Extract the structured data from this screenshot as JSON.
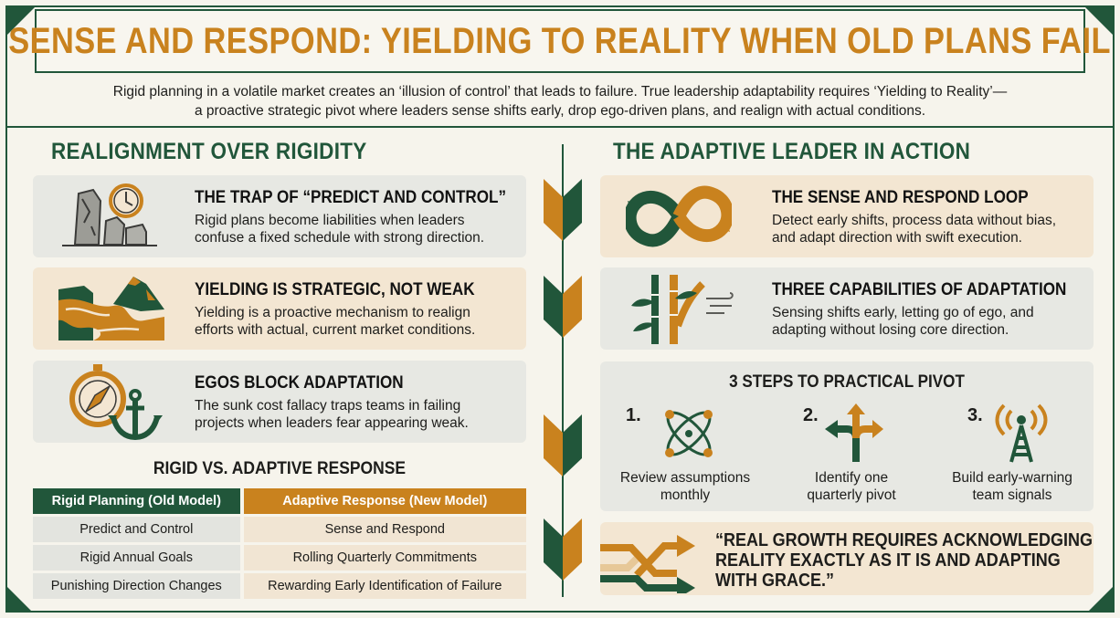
{
  "title": "SENSE AND RESPOND: YIELDING TO REALITY WHEN OLD PLANS FAIL",
  "intro": {
    "line1": "Rigid planning in a volatile market creates an ‘illusion of control’ that leads to failure. True leadership adaptability requires ‘Yielding to Reality’—",
    "line2": "a proactive strategic pivot where leaders sense shifts early, drop ego-driven plans, and realign with actual conditions."
  },
  "left": {
    "heading": "REALIGNMENT OVER RIGIDITY",
    "cards": [
      {
        "title": "THE TRAP OF “PREDICT AND CONTROL”",
        "line1": "Rigid plans become liabilities when leaders",
        "line2": "confuse a fixed schedule with strong direction.",
        "icon": "crumbling-pillar-clock-icon"
      },
      {
        "title": "YIELDING IS STRATEGIC, NOT WEAK",
        "line1": "Yielding is a proactive mechanism to realign",
        "line2": "efforts with actual, current market conditions.",
        "icon": "river-mountain-icon"
      },
      {
        "title": "EGOS BLOCK ADAPTATION",
        "line1": "The sunk cost fallacy traps teams in failing",
        "line2": "projects when leaders fear appearing weak.",
        "icon": "compass-anchor-icon"
      }
    ],
    "table": {
      "title": "RIGID VS. ADAPTIVE RESPONSE",
      "headers": [
        "Rigid Planning (Old Model)",
        "Adaptive Response (New Model)"
      ],
      "rows": [
        [
          "Predict and Control",
          "Sense and Respond"
        ],
        [
          "Rigid Annual Goals",
          "Rolling Quarterly Commitments"
        ],
        [
          "Punishing Direction Changes",
          "Rewarding Early Identification of Failure"
        ]
      ]
    }
  },
  "right": {
    "heading": "THE ADAPTIVE LEADER IN ACTION",
    "cards": [
      {
        "title": "THE SENSE AND RESPOND LOOP",
        "line1": "Detect early shifts, process data without bias,",
        "line2": "and adapt direction with swift execution.",
        "icon": "infinity-loop-icon"
      },
      {
        "title": "THREE CAPABILITIES OF ADAPTATION",
        "line1": "Sensing shifts early, letting go of ego, and",
        "line2": "adapting without losing core direction.",
        "icon": "bamboo-wind-icon"
      }
    ],
    "steps": {
      "title": "3 STEPS TO PRACTICAL PIVOT",
      "items": [
        {
          "num": "1.",
          "line1": "Review assumptions",
          "line2": "monthly",
          "icon": "atom-icon"
        },
        {
          "num": "2.",
          "line1": "Identify one",
          "line2": "quarterly pivot",
          "icon": "split-arrow-icon"
        },
        {
          "num": "3.",
          "line1": "Build early-warning",
          "line2": "team signals",
          "icon": "signal-tower-icon"
        }
      ]
    },
    "quote": {
      "line1": "“REAL GROWTH REQUIRES ACKNOWLEDGING",
      "line2": "REALITY EXACTLY AS IT IS AND ADAPTING",
      "line3": "WITH GRACE.”",
      "icon": "pivot-arrows-icon"
    }
  },
  "colors": {
    "green": "#21563a",
    "orange": "#c9821e",
    "background": "#f6f4ec"
  }
}
